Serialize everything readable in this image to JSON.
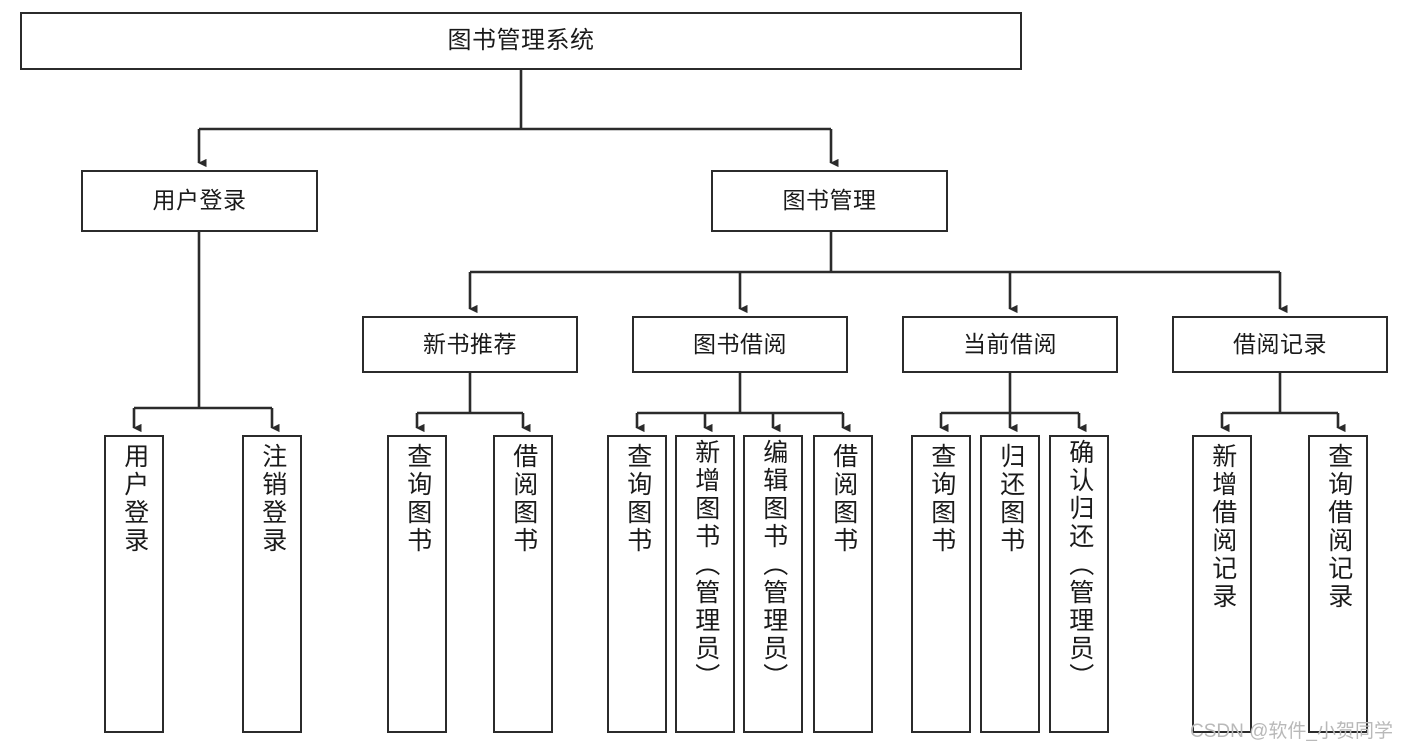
{
  "diagram": {
    "title": "图书管理系统",
    "type": "hierarchy-tree",
    "watermark": "CSDN @软件_小贺同学",
    "colors": {
      "box_border": "#2b2b2b",
      "box_fill": "#ffffff",
      "edge": "#2b2b2b",
      "text": "#1a1a1a",
      "watermark": "#b9b9b9",
      "background": "#ffffff"
    },
    "root": {
      "label": "图书管理系统"
    },
    "level2": [
      {
        "label": "用户登录"
      },
      {
        "label": "图书管理"
      }
    ],
    "level3": [
      {
        "label": "新书推荐"
      },
      {
        "label": "图书借阅"
      },
      {
        "label": "当前借阅"
      },
      {
        "label": "借阅记录"
      }
    ],
    "leaves": {
      "user_login": [
        {
          "label": "用户登录"
        },
        {
          "label": "注销登录"
        }
      ],
      "new_book_recommend": [
        {
          "label": "查询图书"
        },
        {
          "label": "借阅图书"
        }
      ],
      "book_borrow": [
        {
          "label": "查询图书"
        },
        {
          "label": "新增图书（管理员）"
        },
        {
          "label": "编辑图书（管理员）"
        },
        {
          "label": "借阅图书"
        }
      ],
      "current_borrow": [
        {
          "label": "查询图书"
        },
        {
          "label": "归还图书"
        },
        {
          "label": "确认归还（管理员）"
        }
      ],
      "borrow_record": [
        {
          "label": "新增借阅记录"
        },
        {
          "label": "查询借阅记录"
        }
      ]
    }
  }
}
